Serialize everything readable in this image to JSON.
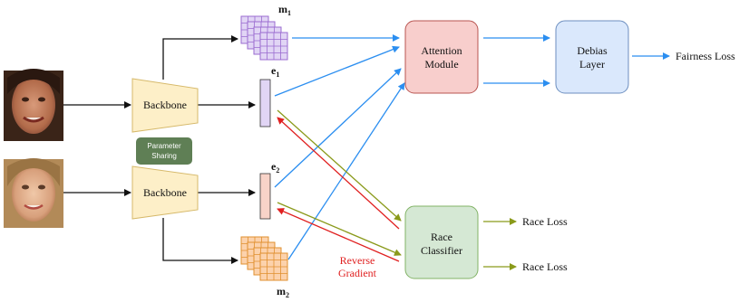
{
  "nodes": {
    "backbone_top": "Backbone",
    "backbone_bottom": "Backbone",
    "parameter_sharing": [
      "Parameter",
      "Sharing"
    ],
    "attention_module": [
      "Attention",
      "Module"
    ],
    "debias_layer": [
      "Debias",
      "Layer"
    ],
    "race_classifier": [
      "Race",
      "Classifier"
    ]
  },
  "labels": {
    "m1": {
      "base": "m",
      "sub": "1"
    },
    "e1": {
      "base": "e",
      "sub": "1"
    },
    "e2": {
      "base": "e",
      "sub": "2"
    },
    "m2": {
      "base": "m",
      "sub": "2"
    }
  },
  "outputs": {
    "fairness_loss": "Fairness Loss",
    "race_loss_1": "Race Loss",
    "race_loss_2": "Race Loss"
  },
  "reverse_gradient": [
    "Reverse",
    "Gradient"
  ],
  "colors": {
    "blue_arrow": "#2b8ef0",
    "green_arrow": "#8a9a1a",
    "red_arrow": "#e02020",
    "black_arrow": "#111111",
    "backbone_fill": "#fdefc8",
    "backbone_stroke": "#d6b96a",
    "attention_fill": "#f8cecc",
    "attention_stroke": "#b85450",
    "debias_fill": "#dae8fc",
    "debias_stroke": "#6c8ebf",
    "race_fill": "#d5e8d4",
    "race_stroke": "#82b366",
    "param_fill": "#5f7f55",
    "e1_fill": "#e1d5f5",
    "e2_fill": "#f8d3c8",
    "m1_fill": "#e1d5f5",
    "m1_grid": "#9a6bd0",
    "m2_fill": "#fcd2ac",
    "m2_grid": "#e0902f",
    "reverse_text": "#e02020"
  }
}
